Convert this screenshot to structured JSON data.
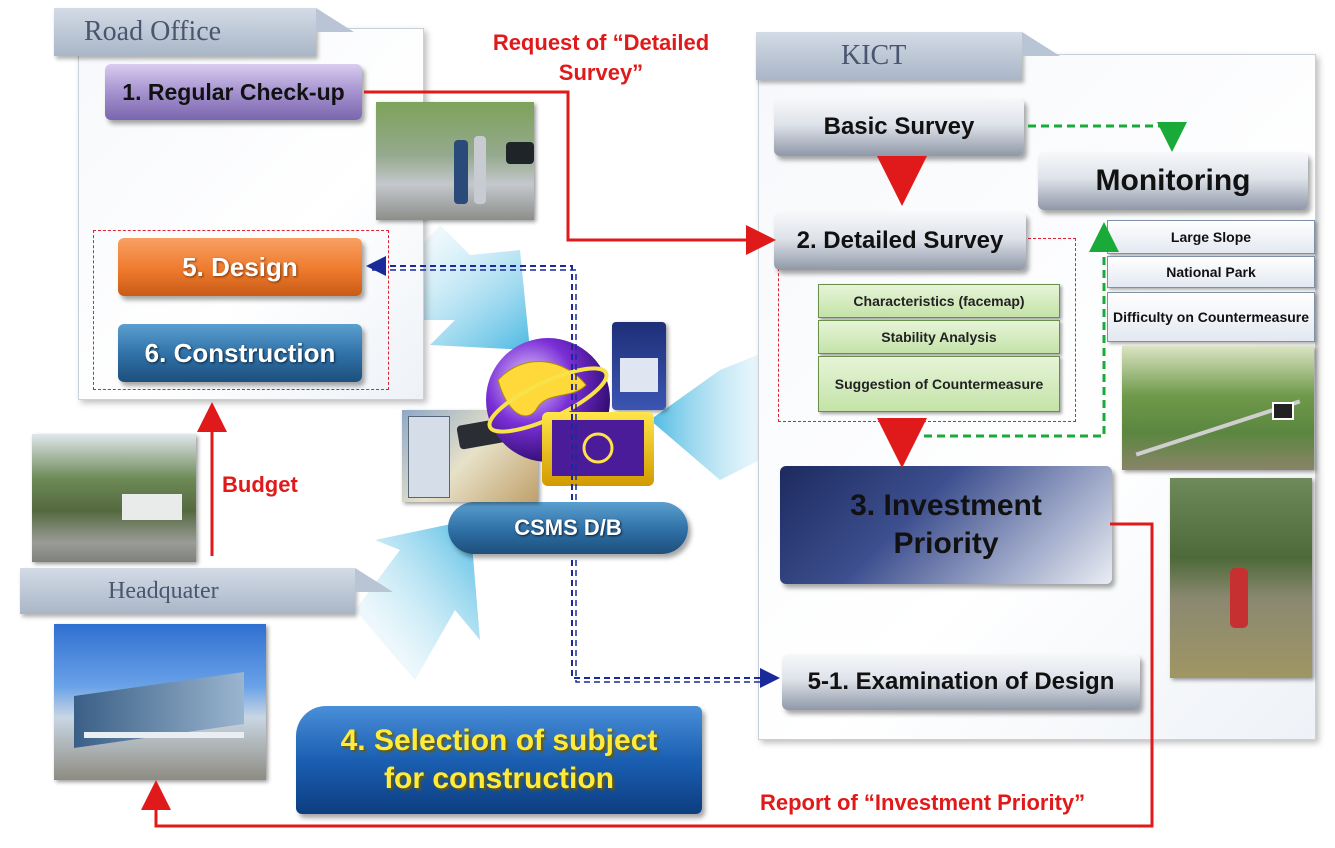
{
  "panels": {
    "road_office": "Road Office",
    "kict": "KICT",
    "headquarter": "Headquater"
  },
  "steps": {
    "regular_checkup": "1. Regular Check-up",
    "design": "5. Design",
    "construction": "6. Construction",
    "basic_survey": "Basic Survey",
    "monitoring": "Monitoring",
    "detailed_survey": "2. Detailed Survey",
    "investment_priority": "3. Investment Priority",
    "selection": "4. Selection of subject for construction",
    "examination": "5-1. Examination of Design",
    "csms": "CSMS D/B"
  },
  "detailed_items": [
    "Characteristics (facemap)",
    "Stability Analysis",
    "Suggestion of Countermeasure"
  ],
  "monitoring_items": [
    "Large Slope",
    "National Park",
    "Difficulty on Countermeasure"
  ],
  "arrow_labels": {
    "request": "Request of “Detailed Survey”",
    "budget": "Budget",
    "report": "Report of “Investment Priority”"
  },
  "colors": {
    "red_flow": "#e01a1a",
    "green_flow": "#1aaa3a",
    "blue_flow": "#1a2a9a",
    "cyan_arrow": "#5cc4e6"
  }
}
